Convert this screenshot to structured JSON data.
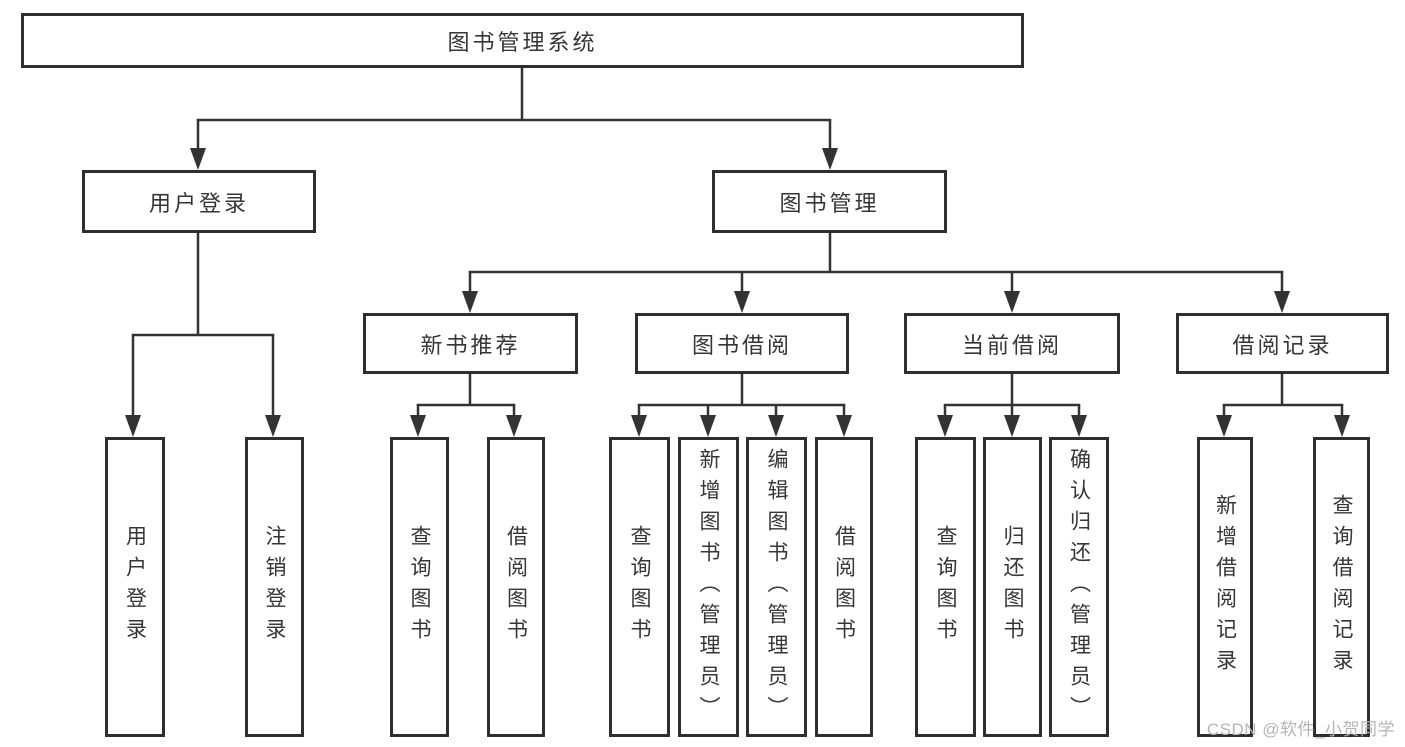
{
  "tree": {
    "title": "图书管理系统",
    "user_login": {
      "label": "用户登录",
      "children": [
        {
          "label": "用户登录"
        },
        {
          "label": "注销登录"
        }
      ]
    },
    "book_mgmt": {
      "label": "图书管理",
      "groups": [
        {
          "label": "新书推荐",
          "children": [
            {
              "label": "查询图书"
            },
            {
              "label": "借阅图书"
            }
          ]
        },
        {
          "label": "图书借阅",
          "children": [
            {
              "label": "查询图书"
            },
            {
              "label": "新增图书（管理员）"
            },
            {
              "label": "编辑图书（管理员）"
            },
            {
              "label": "借阅图书"
            }
          ]
        },
        {
          "label": "当前借阅",
          "children": [
            {
              "label": "查询图书"
            },
            {
              "label": "归还图书"
            },
            {
              "label": "确认归还（管理员）"
            }
          ]
        },
        {
          "label": "借阅记录",
          "children": [
            {
              "label": "新增借阅记录"
            },
            {
              "label": "查询借阅记录"
            }
          ]
        }
      ]
    },
    "watermark": "CSDN @软件_小贺同学",
    "colors": {
      "line": "#333333",
      "text": "#363636",
      "watermark": "#b5b5b5",
      "background": "#ffffff"
    }
  }
}
